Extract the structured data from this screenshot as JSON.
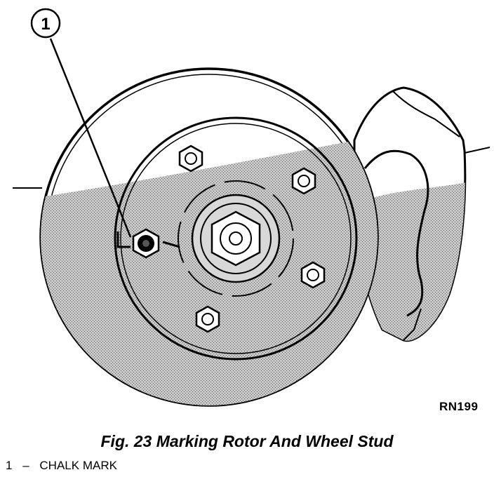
{
  "figure": {
    "caption": "Fig. 23 Marking Rotor And Wheel Stud",
    "ref_code": "RN199",
    "callouts": [
      {
        "number": "1",
        "label": "CHALK MARK"
      }
    ],
    "legend_separator": "–",
    "colors": {
      "shade": "#b3b3b3",
      "ink": "#000000",
      "paper": "#ffffff"
    },
    "icon": "brake-rotor-caliper-illustration"
  }
}
